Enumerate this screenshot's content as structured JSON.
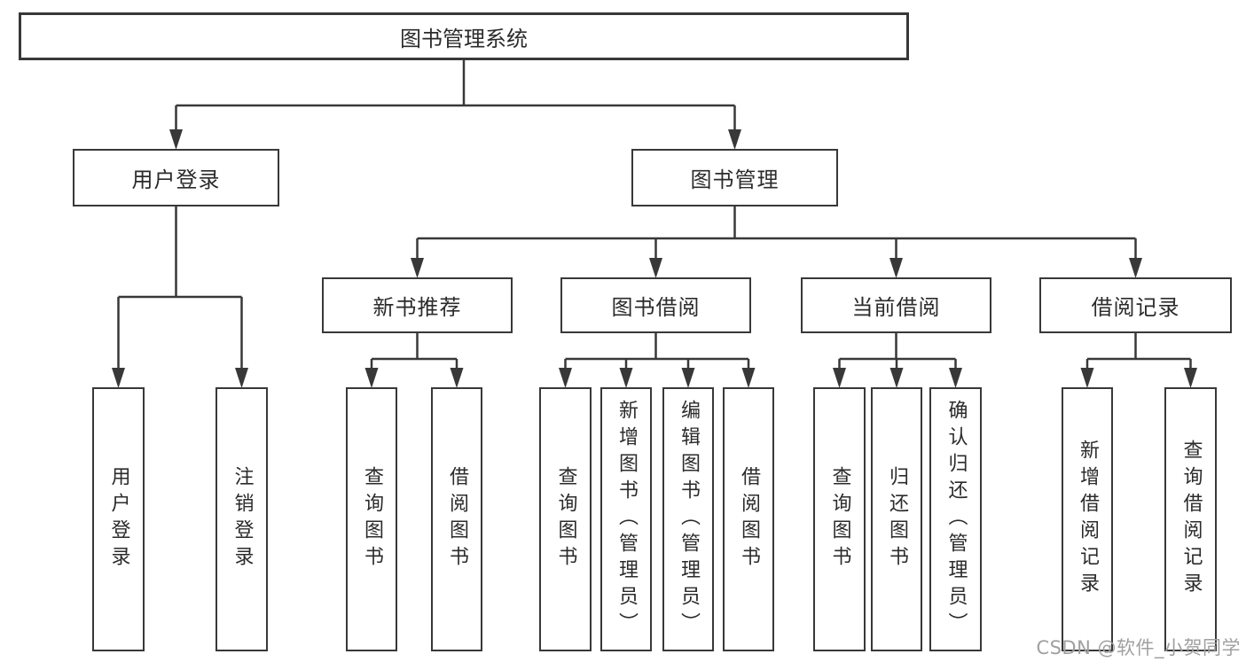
{
  "tree": {
    "label": "图书管理系统",
    "children": [
      {
        "label": "用户登录",
        "children": [
          {
            "label": "用户登录"
          },
          {
            "label": "注销登录"
          }
        ]
      },
      {
        "label": "图书管理",
        "children": [
          {
            "label": "新书推荐",
            "children": [
              {
                "label": "查询图书"
              },
              {
                "label": "借阅图书"
              }
            ]
          },
          {
            "label": "图书借阅",
            "children": [
              {
                "label": "查询图书"
              },
              {
                "label": "新增图书（管理员）"
              },
              {
                "label": "编辑图书（管理员）"
              },
              {
                "label": "借阅图书"
              }
            ]
          },
          {
            "label": "当前借阅",
            "children": [
              {
                "label": "查询图书"
              },
              {
                "label": "归还图书"
              },
              {
                "label": "确认归还（管理员）"
              }
            ]
          },
          {
            "label": "借阅记录",
            "children": [
              {
                "label": "新增借阅记录"
              },
              {
                "label": "查询借阅记录"
              }
            ]
          }
        ]
      }
    ]
  },
  "watermark": {
    "text": "CSDN @软件_小贺同学"
  },
  "colors": {
    "line": "#383838",
    "box_border": "#383838",
    "box_fill": "#ffffff",
    "text": "#2b2b2b",
    "watermark": "#a0a0a0",
    "background": "#ffffff"
  }
}
